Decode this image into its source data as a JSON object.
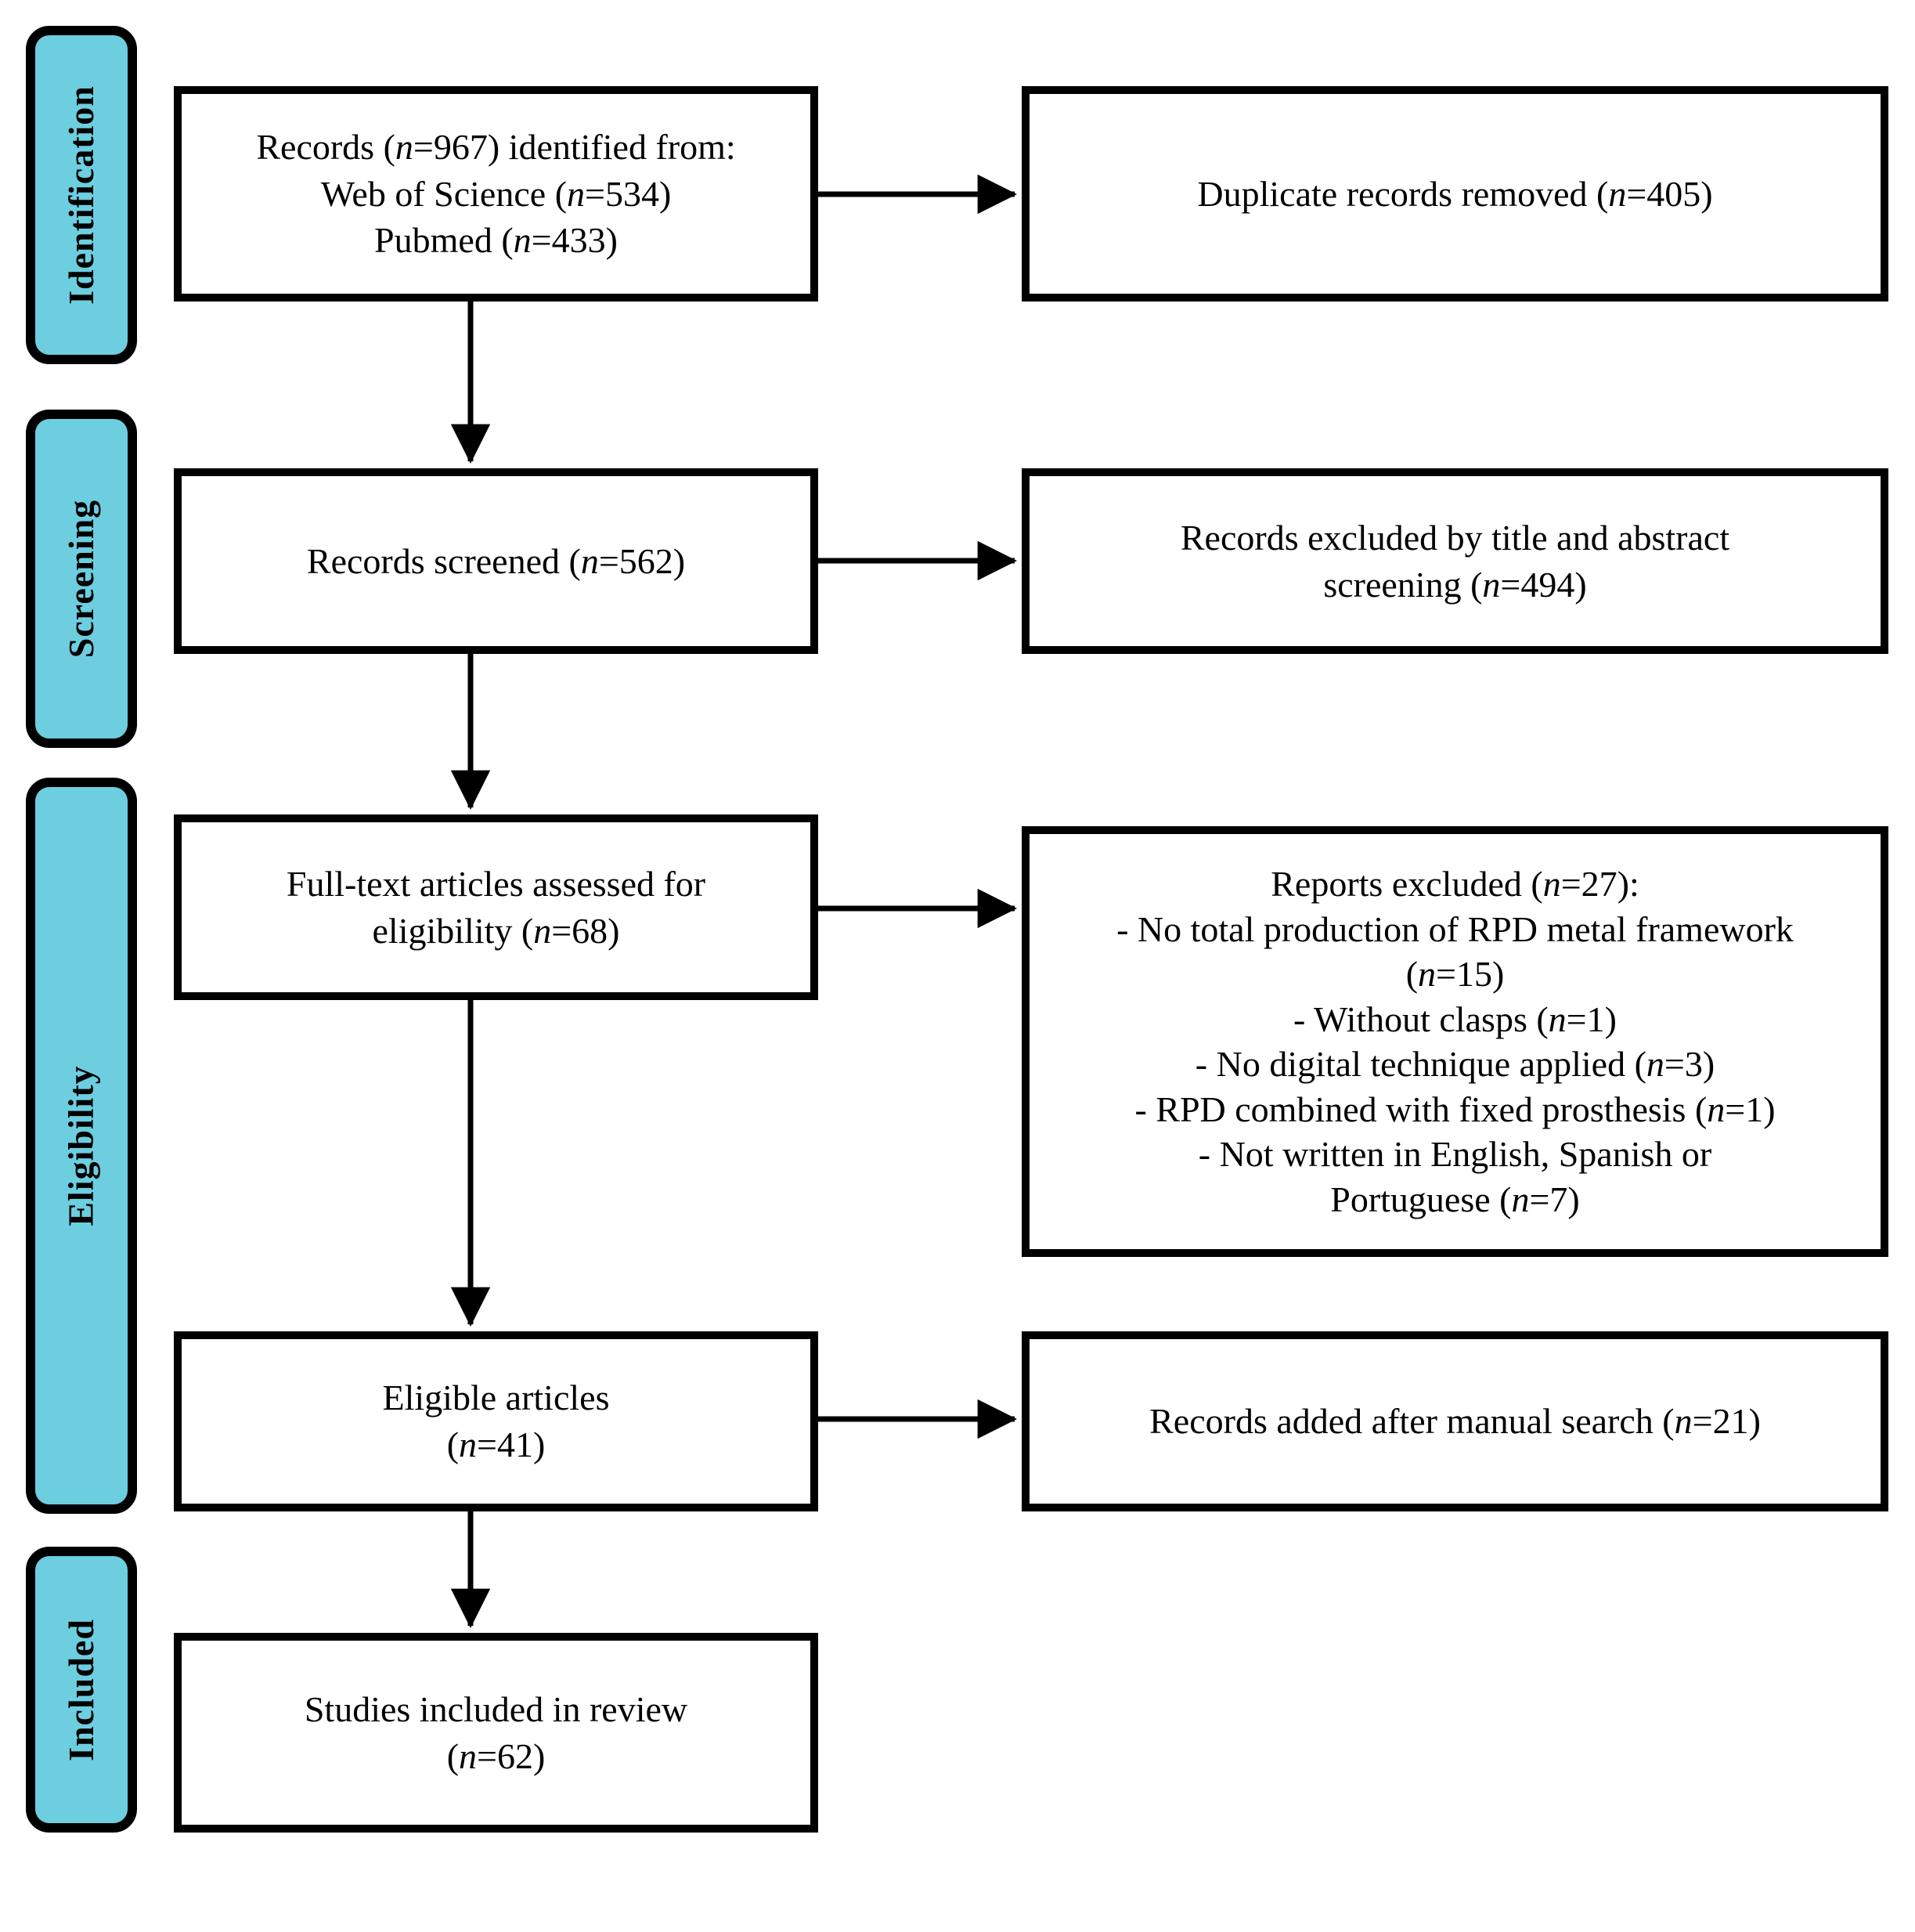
{
  "diagram": {
    "type": "prisma-flow-diagram",
    "accent_color": "#6DCEE0",
    "border_color": "#000000",
    "background_color": "#FFFFFF"
  },
  "stages": [
    {
      "id": "identification",
      "label": "Identification"
    },
    {
      "id": "screening",
      "label": "Screening"
    },
    {
      "id": "eligibility",
      "label": "Eligibility"
    },
    {
      "id": "included",
      "label": "Included"
    }
  ],
  "boxes": {
    "records_identified": {
      "text": "Records (n=967) identified from:\nWeb of Science (n=534)\nPubmed (n=433)",
      "lines": [
        "Records (n=967) identified from:",
        "Web of Science (n=534)",
        "Pubmed (n=433)"
      ],
      "counts": {
        "total": 967,
        "web_of_science": 534,
        "pubmed": 433
      }
    },
    "duplicates_removed": {
      "text": "Duplicate records removed (n=405)",
      "counts": {
        "removed": 405
      }
    },
    "records_screened": {
      "text": "Records screened (n=562)",
      "counts": {
        "screened": 562
      }
    },
    "records_excluded_screening": {
      "text": "Records excluded by title and abstract\nscreening (n=494)",
      "counts": {
        "excluded": 494
      }
    },
    "fulltext_assessed": {
      "text": "Full-text articles assessed for\neligibility (n=68)",
      "counts": {
        "assessed": 68
      }
    },
    "reports_excluded": {
      "text": "Reports excluded (n=27):\n- No total production of RPD metal framework\n(n=15)\n- Without clasps (n=1)\n- No digital technique applied (n=3)\n- RPD combined with fixed prosthesis (n=1)\n- Not written in English, Spanish or\nPortuguese (n=7)",
      "heading": "Reports excluded (n=27):",
      "reasons": [
        {
          "reason": "- No total production of RPD metal framework",
          "n": 15
        },
        {
          "reason": "- Without clasps",
          "n": 1
        },
        {
          "reason": "- No digital technique applied",
          "n": 3
        },
        {
          "reason": "- RPD combined with fixed prosthesis",
          "n": 1
        },
        {
          "reason": "- Not written in English, Spanish or Portuguese",
          "n": 7
        }
      ],
      "counts": {
        "total_excluded": 27
      }
    },
    "eligible_articles": {
      "text": "Eligible articles\n(n=41)",
      "counts": {
        "eligible": 41
      }
    },
    "manual_search_added": {
      "text": "Records added after manual search (n=21)",
      "counts": {
        "added": 21
      }
    },
    "studies_included": {
      "text": "Studies included in review\n(n=62)",
      "counts": {
        "included": 62
      }
    }
  },
  "connectors": [
    {
      "id": "identified-to-duplicates",
      "from": "records_identified",
      "to": "duplicates_removed",
      "direction": "right"
    },
    {
      "id": "identified-to-screened",
      "from": "records_identified",
      "to": "records_screened",
      "direction": "down"
    },
    {
      "id": "screened-to-excluded",
      "from": "records_screened",
      "to": "records_excluded_screening",
      "direction": "right"
    },
    {
      "id": "screened-to-fulltext",
      "from": "records_screened",
      "to": "fulltext_assessed",
      "direction": "down"
    },
    {
      "id": "fulltext-to-reports",
      "from": "fulltext_assessed",
      "to": "reports_excluded",
      "direction": "right"
    },
    {
      "id": "fulltext-to-eligible",
      "from": "fulltext_assessed",
      "to": "eligible_articles",
      "direction": "down"
    },
    {
      "id": "eligible-to-manual",
      "from": "eligible_articles",
      "to": "manual_search_added",
      "direction": "right"
    },
    {
      "id": "eligible-to-included",
      "from": "eligible_articles",
      "to": "studies_included",
      "direction": "down"
    }
  ]
}
